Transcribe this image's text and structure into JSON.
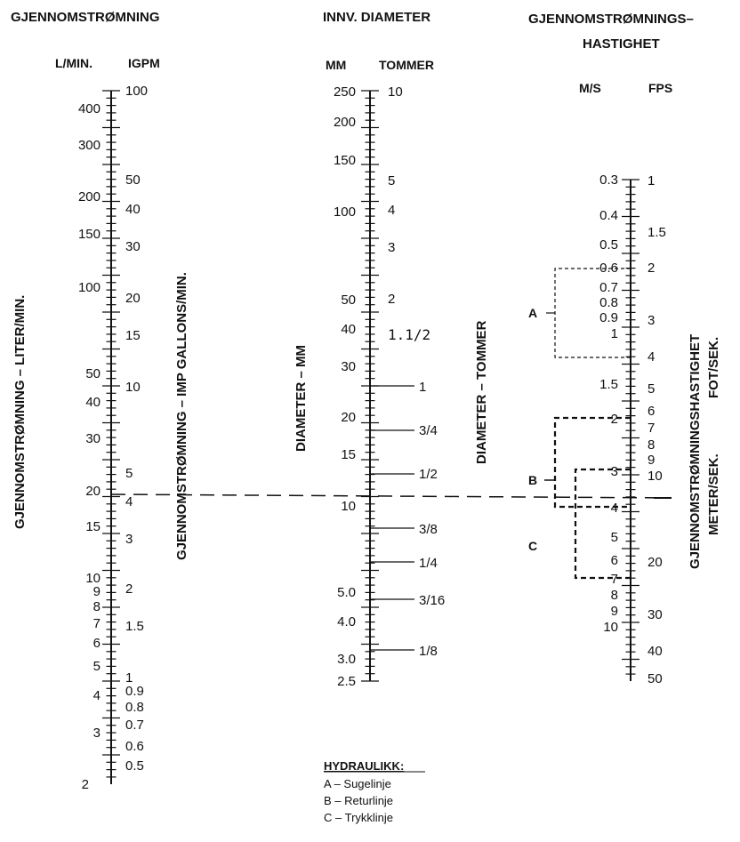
{
  "scales": {
    "flow": {
      "header": "GJENNOMSTRØMNING",
      "unit_left": "L/MIN.",
      "unit_right": "IGPM",
      "title_left": "GJENNOMSTRØMNING – LITER/MIN.",
      "title_right": "GJENNOMSTRØMNING – IMP GALLONS/MIN.",
      "left_labels": [
        "400",
        "300",
        "200",
        "150",
        "100",
        "50",
        "40",
        "30",
        "20",
        "15",
        "10",
        "9",
        "8",
        "7",
        "6",
        "5",
        "4",
        "3",
        "2"
      ],
      "right_labels": [
        "100",
        "50",
        "40",
        "30",
        "20",
        "15",
        "10",
        "5",
        "4",
        "3",
        "2",
        "1.5",
        "1",
        "0.9",
        "0.8",
        "0.7",
        "0.6",
        "0.5"
      ]
    },
    "diameter": {
      "header": "INNV. DIAMETER",
      "unit_left": "MM",
      "unit_right": "TOMMER",
      "title_left": "DIAMETER – MM",
      "title_right": "DIAMETER – TOMMER",
      "left_labels": [
        "250",
        "200",
        "150",
        "100",
        "50",
        "40",
        "30",
        "20",
        "15",
        "10",
        "5.0",
        "4.0",
        "3.0",
        "2.5"
      ],
      "right_labels": [
        "10",
        "5",
        "4",
        "3",
        "2",
        "1.1/2",
        "1",
        "3/4",
        "1/2",
        "3/8",
        "1/4",
        "3/16",
        "1/8"
      ]
    },
    "velocity": {
      "header_line1": "GJENNOMSTRØMNINGS–",
      "header_line2": "HASTIGHET",
      "unit_left": "M/S",
      "unit_right": "FPS",
      "title_left": "GJENNOMSTRØMNINGSHASTIGHET",
      "title_left2": "METER/SEK.",
      "title_right": "FOT/SEK.",
      "left_labels": [
        "0.3",
        "0.4",
        "0.5",
        "0.6",
        "0.7",
        "0.8",
        "0.9",
        "1",
        "1.5",
        "2",
        "3",
        "4",
        "5",
        "6",
        "7",
        "8",
        "9",
        "10"
      ],
      "right_labels": [
        "1",
        "1.5",
        "2",
        "3",
        "4",
        "5",
        "6",
        "7",
        "8",
        "9",
        "10",
        "20",
        "30",
        "40",
        "50"
      ]
    }
  },
  "zones": {
    "a": "A",
    "b": "B",
    "c": "C"
  },
  "legend": {
    "title": "HYDRAULIKK:",
    "a": "A – Sugelinje",
    "b": "B – Returlinje",
    "c": "C – Trykklinje"
  }
}
